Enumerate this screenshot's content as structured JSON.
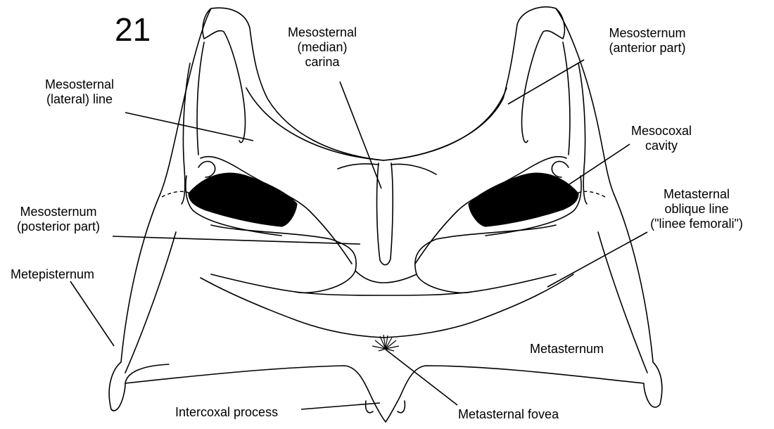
{
  "figure_number": "21",
  "labels": {
    "mesosternal_carina": [
      "Mesosternal",
      "(median)",
      "carina"
    ],
    "mesosternum_anterior": [
      "Mesosternum",
      "(anterior part)"
    ],
    "mesosternal_lateral_line": [
      "Mesosternal",
      "(lateral) line"
    ],
    "mesocoxal_cavity": [
      "Mesocoxal",
      "cavity"
    ],
    "mesosternum_posterior": [
      "Mesosternum",
      "(posterior part)"
    ],
    "metasternal_oblique_line": [
      "Metasternal",
      "oblique line",
      "(\"linee femorali\")"
    ],
    "metepisternum": "Metepisternum",
    "metasternum": "Metasternum",
    "intercoxal_process": "Intercoxal process",
    "metasternal_fovea": "Metasternal fovea"
  }
}
